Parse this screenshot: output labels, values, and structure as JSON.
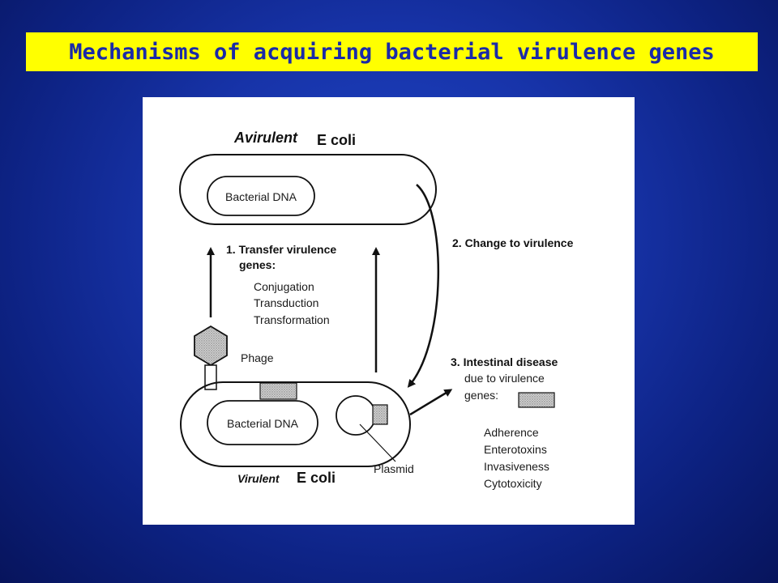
{
  "title": "Mechanisms of acquiring bacterial virulence genes",
  "diagram": {
    "avirulent_label_a": "Avirulent",
    "avirulent_label_b": "E coli",
    "bacterial_dna_top": "Bacterial DNA",
    "step1_heading": "1. Transfer virulence",
    "step1_heading_cont": "genes:",
    "step1_items": [
      "Conjugation",
      "Transduction",
      "Transformation"
    ],
    "step2_label": "2. Change to virulence",
    "phage_label": "Phage",
    "step3_heading": "3. Intestinal disease",
    "step3_line2": "due to virulence",
    "step3_line3": "genes:",
    "step3_items": [
      "Adherence",
      "Enterotoxins",
      "Invasiveness",
      "Cytotoxicity"
    ],
    "bacterial_dna_bottom": "Bacterial DNA",
    "plasmid_label": "Plasmid",
    "virulent_label_a": "Virulent",
    "virulent_label_b": "E coli"
  },
  "colors": {
    "title_bar": "#ffff00",
    "title_text": "#1a2aa8",
    "gene_fill": "#bdbdbd"
  }
}
